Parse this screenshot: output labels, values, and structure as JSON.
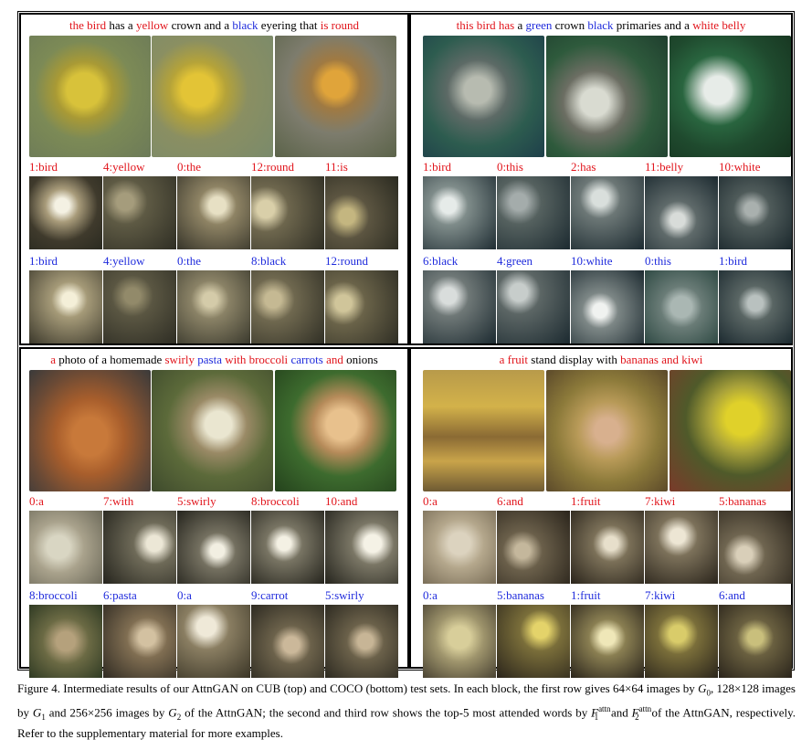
{
  "colors": {
    "red": "#e1141b",
    "blue": "#1f2bdc",
    "black": "#000000"
  },
  "panels": [
    {
      "sentence": [
        {
          "t": "the bird",
          "c": "red"
        },
        {
          "t": " has a ",
          "c": "black"
        },
        {
          "t": "yellow",
          "c": "red"
        },
        {
          "t": " crown and a ",
          "c": "black"
        },
        {
          "t": "black",
          "c": "blue"
        },
        {
          "t": " eyering that ",
          "c": "black"
        },
        {
          "t": "is round",
          "c": "red"
        }
      ],
      "row1_labels": [
        "1:bird",
        "4:yellow",
        "0:the",
        "12:round",
        "11:is"
      ],
      "row2_labels": [
        "1:bird",
        "4:yellow",
        "0:the",
        "8:black",
        "12:round"
      ]
    },
    {
      "sentence": [
        {
          "t": "this bird has",
          "c": "red"
        },
        {
          "t": " a ",
          "c": "black"
        },
        {
          "t": "green",
          "c": "blue"
        },
        {
          "t": " crown ",
          "c": "black"
        },
        {
          "t": "black",
          "c": "blue"
        },
        {
          "t": " primaries and a ",
          "c": "black"
        },
        {
          "t": "white belly",
          "c": "red"
        }
      ],
      "row1_labels": [
        "1:bird",
        "0:this",
        "2:has",
        "11:belly",
        "10:white"
      ],
      "row2_labels": [
        "6:black",
        "4:green",
        "10:white",
        "0:this",
        "1:bird"
      ]
    },
    {
      "sentence": [
        {
          "t": "a",
          "c": "red"
        },
        {
          "t": " photo of a homemade ",
          "c": "black"
        },
        {
          "t": "swirly",
          "c": "red"
        },
        {
          "t": " ",
          "c": "black"
        },
        {
          "t": "pasta",
          "c": "blue"
        },
        {
          "t": " ",
          "c": "black"
        },
        {
          "t": "with broccoli",
          "c": "red"
        },
        {
          "t": " ",
          "c": "black"
        },
        {
          "t": "carrots",
          "c": "blue"
        },
        {
          "t": " ",
          "c": "black"
        },
        {
          "t": "and",
          "c": "red"
        },
        {
          "t": " onions",
          "c": "black"
        }
      ],
      "row1_labels": [
        "0:a",
        "7:with",
        "5:swirly",
        "8:broccoli",
        "10:and"
      ],
      "row2_labels": [
        "8:broccoli",
        "6:pasta",
        "0:a",
        "9:carrot",
        "5:swirly"
      ]
    },
    {
      "sentence": [
        {
          "t": "a fruit",
          "c": "red"
        },
        {
          "t": " stand display with ",
          "c": "black"
        },
        {
          "t": "bananas and kiwi",
          "c": "red"
        }
      ],
      "row1_labels": [
        "0:a",
        "6:and",
        "1:fruit",
        "7:kiwi",
        "5:bananas"
      ],
      "row2_labels": [
        "0:a",
        "5:bananas",
        "1:fruit",
        "7:kiwi",
        "6:and"
      ]
    }
  ],
  "figure_caption": {
    "prefix": "Figure 4. Intermediate results of our AttnGAN on CUB (top) and COCO (bottom) test sets. In each block, the first row gives 64×64 images by ",
    "g0": "G",
    "g0_sub": "0",
    "mid1": ", 128×128 images by ",
    "g1": "G",
    "g1_sub": "1",
    "mid2": " and 256×256 images by ",
    "g2": "G",
    "g2_sub": "2",
    "mid3": " of the AttnGAN; the second and third row shows the top-5 most attended words by ",
    "f1": "F",
    "f1_sub": "1",
    "f1_sup": "attn",
    "mid4": " and ",
    "f2": "F",
    "f2_sub": "2",
    "f2_sup": "attn",
    "suffix": " of the AttnGAN, respectively. Refer to the supplementary material for more examples."
  }
}
